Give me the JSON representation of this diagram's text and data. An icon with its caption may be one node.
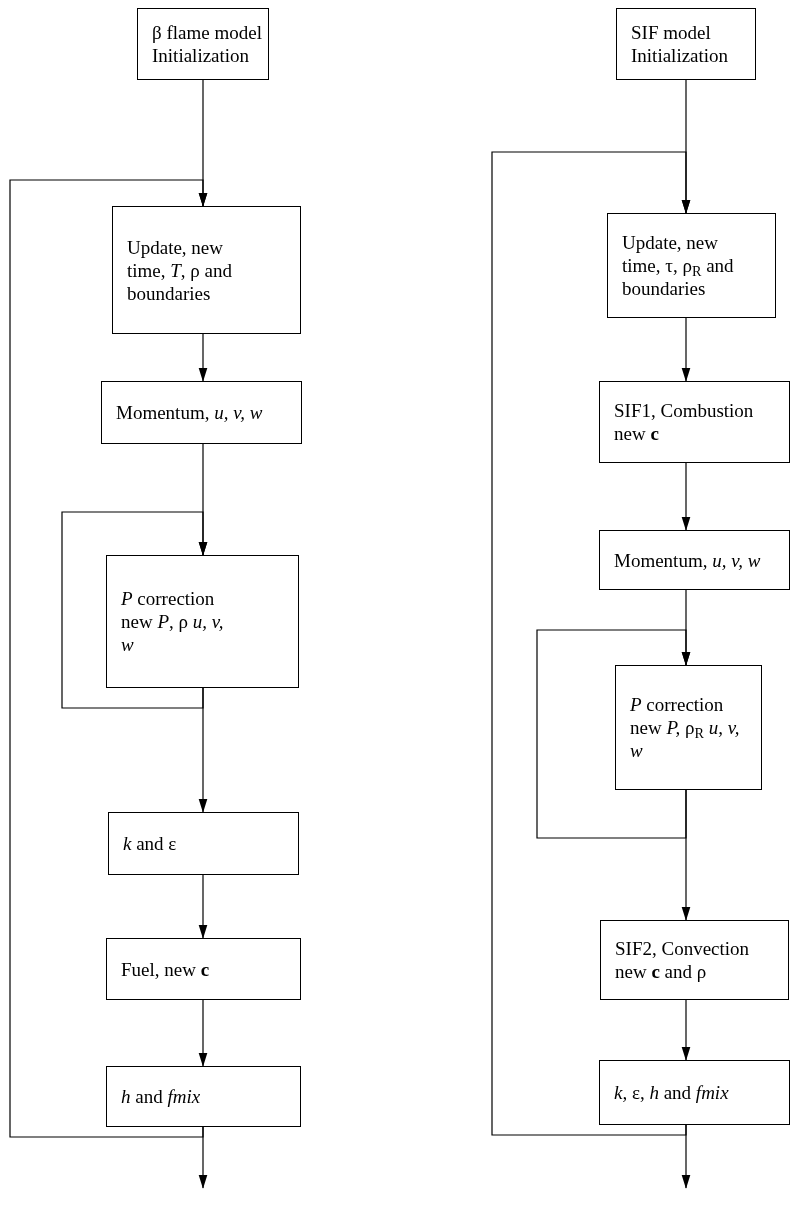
{
  "diagram": {
    "nodes": [
      {
        "text": [
          "β flame model Initialization"
        ]
      },
      {
        "text": [
          "Update, new time, *T*, ρ and boundaries"
        ]
      },
      {
        "text": [
          "Momentum, *u, v, w*"
        ]
      },
      {
        "text": [
          "*P* correction new *P*, ρ *u, v, w*"
        ]
      },
      {
        "text": [
          "*k* and ε"
        ]
      },
      {
        "text": [
          "Fuel, new **c**"
        ]
      },
      {
        "text": [
          "*h* and *fmix*"
        ]
      },
      {
        "text": [
          "SIF model Initialization"
        ]
      },
      {
        "text": [
          "Update, new time, τ, ρ$_{R}$ and boundaries"
        ]
      },
      {
        "text": [
          "SIF1, Combustion new **c**"
        ]
      },
      {
        "text": [
          "Momentum, *u, v, w*"
        ]
      },
      {
        "text": [
          "*P* correction new *P,* ρ$_{R}$ *u, v, w*"
        ]
      },
      {
        "text": [
          "SIF2, Convection new **c** and ρ"
        ]
      },
      {
        "text": [
          "*k,* ε, *h* and *fmix*"
        ]
      }
    ],
    "edges": [
      {
        "from": 0,
        "to": 1,
        "arrow": "to"
      },
      {
        "from": 6,
        "to": 1,
        "arrow": "to"
      },
      {
        "from": 1,
        "to": 2,
        "arrow": "to"
      },
      {
        "from": 2,
        "to": 3,
        "arrow": "to"
      },
      {
        "from": 3,
        "to": 3,
        "arrow": "to"
      },
      {
        "from": 3,
        "to": 4,
        "arrow": "to"
      },
      {
        "from": 4,
        "to": 5,
        "arrow": "to"
      },
      {
        "from": 5,
        "to": 6,
        "arrow": "to"
      },
      {
        "from": 6,
        "to": null,
        "arrow": "to"
      },
      {
        "from": 7,
        "to": 8,
        "arrow": "to"
      },
      {
        "from": 13,
        "to": 8,
        "arrow": "to"
      },
      {
        "from": 8,
        "to": 9,
        "arrow": "to"
      },
      {
        "from": 9,
        "to": 10,
        "arrow": "to"
      },
      {
        "from": 10,
        "to": 11,
        "arrow": "to"
      },
      {
        "from": 11,
        "to": 11,
        "arrow": "to"
      },
      {
        "from": 11,
        "to": 12,
        "arrow": "to"
      },
      {
        "from": 12,
        "to": 13,
        "arrow": "to"
      },
      {
        "from": 13,
        "to": null,
        "arrow": "to"
      }
    ]
  }
}
